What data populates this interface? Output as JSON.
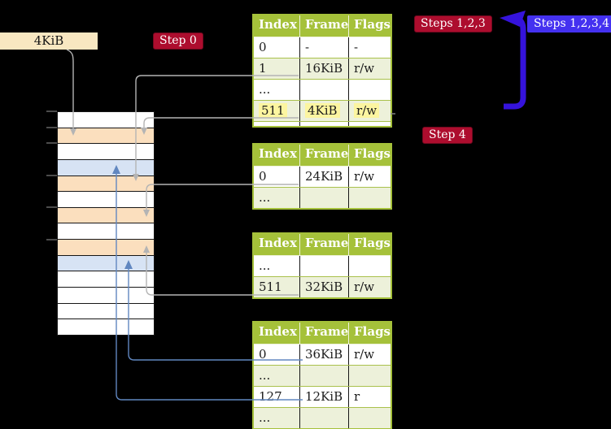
{
  "colors": {
    "background": "#000000",
    "table_header_green": "#a5c13a",
    "table_row_shaded": "#edf1da",
    "highlight_yellow": "#fcf5a0",
    "frame_orange": "#fbdfbe",
    "frame_blue": "#d7e3f4",
    "frame_white": "#ffffff",
    "label_wheat": "#f8e7c1",
    "badge_red": "#ad0d2e",
    "badge_blue": "#4431f0",
    "arrow_blue_thick": "#3513dc",
    "arrow_steelblue": "#6187c0",
    "arrow_gray": "#b4b4b4"
  },
  "memory_label": {
    "text": "4KiB"
  },
  "badges": {
    "step0": {
      "text": "Step 0"
    },
    "steps123": {
      "text": "Steps 1,2,3"
    },
    "steps1234": {
      "text": "Steps 1,2,3,4"
    },
    "step4": {
      "text": "Step 4"
    }
  },
  "physical_memory": {
    "rows": [
      "white",
      "orange",
      "white",
      "blue",
      "orange",
      "white",
      "orange",
      "white",
      "orange",
      "blue",
      "white",
      "white",
      "white",
      "white"
    ]
  },
  "tables": [
    {
      "id": "level4",
      "headers": [
        "Index",
        "Frame",
        "Flags"
      ],
      "rows": [
        {
          "cells": [
            "0",
            "-",
            "-"
          ],
          "shaded": false,
          "highlight": false
        },
        {
          "cells": [
            "1",
            "16KiB",
            "r/w"
          ],
          "shaded": true,
          "highlight": false
        },
        {
          "cells": [
            "...",
            "",
            ""
          ],
          "shaded": false,
          "highlight": false
        },
        {
          "cells": [
            "511",
            "4KiB",
            "r/w"
          ],
          "shaded": true,
          "highlight": true
        }
      ],
      "stub_row": true
    },
    {
      "id": "level3",
      "headers": [
        "Index",
        "Frame",
        "Flags"
      ],
      "rows": [
        {
          "cells": [
            "0",
            "24KiB",
            "r/w"
          ],
          "shaded": false,
          "highlight": false
        },
        {
          "cells": [
            "...",
            "",
            ""
          ],
          "shaded": true,
          "highlight": false
        }
      ],
      "stub_row": false
    },
    {
      "id": "level2",
      "headers": [
        "Index",
        "Frame",
        "Flags"
      ],
      "rows": [
        {
          "cells": [
            "...",
            "",
            ""
          ],
          "shaded": false,
          "highlight": false
        },
        {
          "cells": [
            "511",
            "32KiB",
            "r/w"
          ],
          "shaded": true,
          "highlight": false
        }
      ],
      "stub_row": false
    },
    {
      "id": "level1",
      "headers": [
        "Index",
        "Frame",
        "Flags"
      ],
      "rows": [
        {
          "cells": [
            "0",
            "36KiB",
            "r/w"
          ],
          "shaded": false,
          "highlight": false
        },
        {
          "cells": [
            "...",
            "",
            ""
          ],
          "shaded": true,
          "highlight": false
        },
        {
          "cells": [
            "127",
            "12KiB",
            "r"
          ],
          "shaded": false,
          "highlight": false
        },
        {
          "cells": [
            "...",
            "",
            ""
          ],
          "shaded": true,
          "highlight": false
        }
      ],
      "stub_row": false
    }
  ]
}
